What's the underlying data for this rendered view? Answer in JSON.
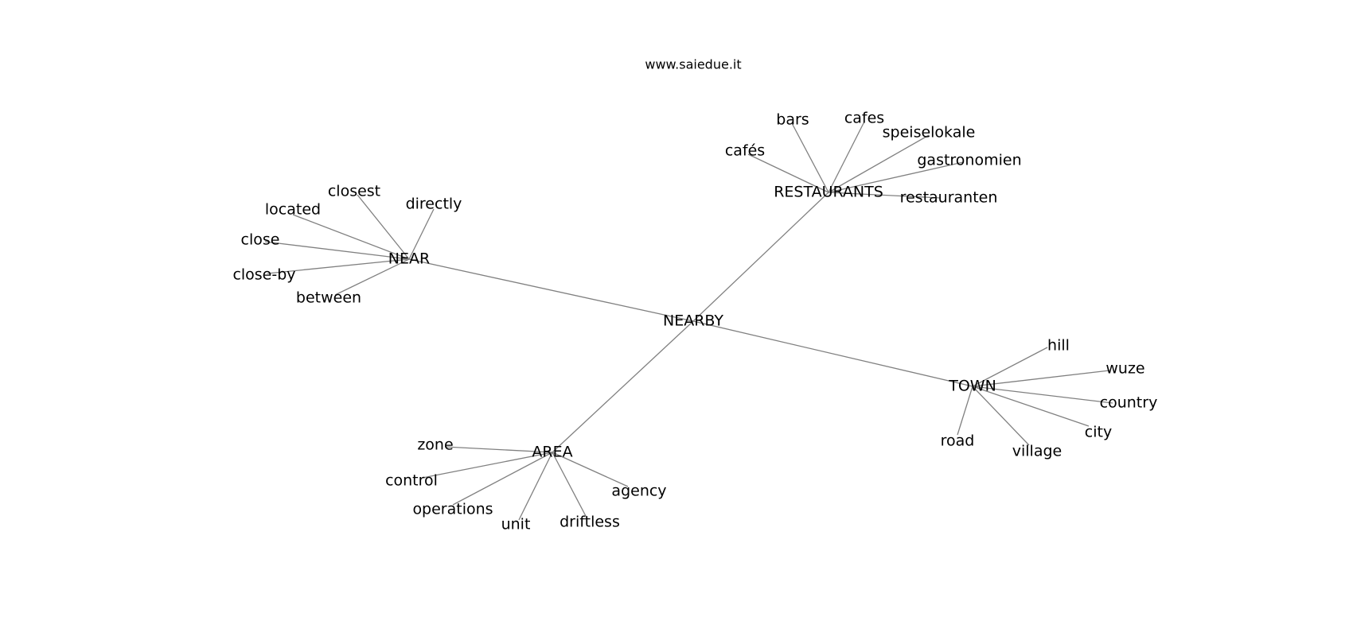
{
  "header": {
    "site_label": "www.saiedue.it"
  },
  "chart_data": {
    "type": "network",
    "title": "www.saiedue.it",
    "root": "NEARBY",
    "nodes": [
      {
        "id": "NEARBY",
        "group": "root"
      },
      {
        "id": "RESTAURANTS",
        "group": "hub"
      },
      {
        "id": "NEAR",
        "group": "hub"
      },
      {
        "id": "TOWN",
        "group": "hub"
      },
      {
        "id": "AREA",
        "group": "hub"
      },
      {
        "id": "bars",
        "group": "leaf"
      },
      {
        "id": "cafes",
        "group": "leaf"
      },
      {
        "id": "speiselokale",
        "group": "leaf"
      },
      {
        "id": "cafés",
        "group": "leaf"
      },
      {
        "id": "gastronomien",
        "group": "leaf"
      },
      {
        "id": "restauranten",
        "group": "leaf"
      },
      {
        "id": "closest",
        "group": "leaf"
      },
      {
        "id": "located",
        "group": "leaf"
      },
      {
        "id": "directly",
        "group": "leaf"
      },
      {
        "id": "close",
        "group": "leaf"
      },
      {
        "id": "close-by",
        "group": "leaf"
      },
      {
        "id": "between",
        "group": "leaf"
      },
      {
        "id": "hill",
        "group": "leaf"
      },
      {
        "id": "wuze",
        "group": "leaf"
      },
      {
        "id": "country",
        "group": "leaf"
      },
      {
        "id": "city",
        "group": "leaf"
      },
      {
        "id": "road",
        "group": "leaf"
      },
      {
        "id": "village",
        "group": "leaf"
      },
      {
        "id": "zone",
        "group": "leaf"
      },
      {
        "id": "control",
        "group": "leaf"
      },
      {
        "id": "operations",
        "group": "leaf"
      },
      {
        "id": "unit",
        "group": "leaf"
      },
      {
        "id": "driftless",
        "group": "leaf"
      },
      {
        "id": "agency",
        "group": "leaf"
      }
    ],
    "edges": [
      [
        "NEARBY",
        "RESTAURANTS"
      ],
      [
        "NEARBY",
        "NEAR"
      ],
      [
        "NEARBY",
        "TOWN"
      ],
      [
        "NEARBY",
        "AREA"
      ],
      [
        "RESTAURANTS",
        "bars"
      ],
      [
        "RESTAURANTS",
        "cafes"
      ],
      [
        "RESTAURANTS",
        "speiselokale"
      ],
      [
        "RESTAURANTS",
        "cafés"
      ],
      [
        "RESTAURANTS",
        "gastronomien"
      ],
      [
        "RESTAURANTS",
        "restauranten"
      ],
      [
        "NEAR",
        "closest"
      ],
      [
        "NEAR",
        "located"
      ],
      [
        "NEAR",
        "directly"
      ],
      [
        "NEAR",
        "close"
      ],
      [
        "NEAR",
        "close-by"
      ],
      [
        "NEAR",
        "between"
      ],
      [
        "TOWN",
        "hill"
      ],
      [
        "TOWN",
        "wuze"
      ],
      [
        "TOWN",
        "country"
      ],
      [
        "TOWN",
        "city"
      ],
      [
        "TOWN",
        "road"
      ],
      [
        "TOWN",
        "village"
      ],
      [
        "AREA",
        "zone"
      ],
      [
        "AREA",
        "control"
      ],
      [
        "AREA",
        "operations"
      ],
      [
        "AREA",
        "unit"
      ],
      [
        "AREA",
        "driftless"
      ],
      [
        "AREA",
        "agency"
      ]
    ],
    "edge_color": "#808080",
    "label_color": "#000000"
  }
}
